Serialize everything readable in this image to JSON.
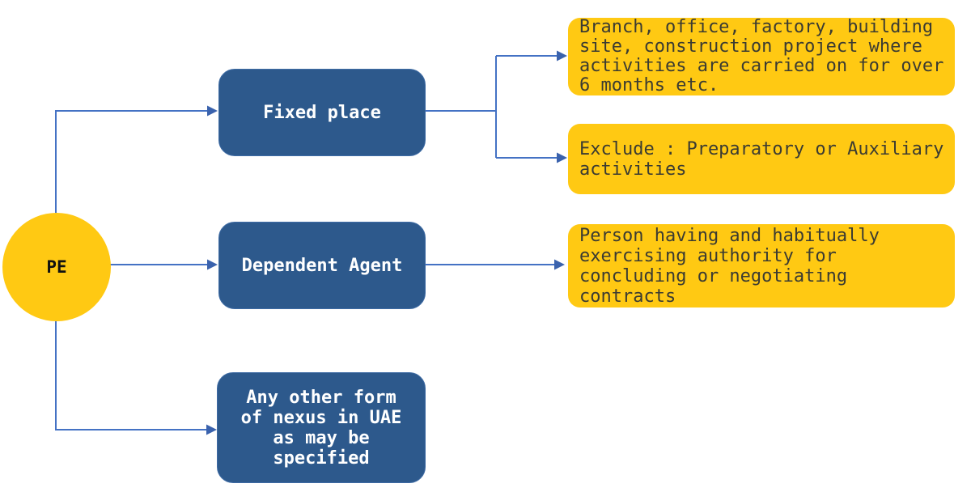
{
  "diagram": {
    "root": {
      "label": "PE"
    },
    "level1": [
      {
        "id": "fixed-place",
        "label": "Fixed place"
      },
      {
        "id": "dependent-agent",
        "label": "Dependent Agent"
      },
      {
        "id": "other-nexus",
        "label": "Any other form\nof nexus in UAE\nas may be\nspecified"
      }
    ],
    "level2": [
      {
        "id": "fixed-place-detail",
        "parent": "fixed-place",
        "label": "Branch, office, factory, building\nsite, construction project where\nactivities are carried on for over\n6 months etc."
      },
      {
        "id": "fixed-place-exclusion",
        "parent": "fixed-place",
        "label": "Exclude : Preparatory or Auxiliary\nactivities"
      },
      {
        "id": "dependent-agent-detail",
        "parent": "dependent-agent",
        "label": "Person having and habitually\nexercising authority for\nconcluding or negotiating\ncontracts"
      }
    ],
    "colors": {
      "node_blue_fill": "#2D598C",
      "node_blue_border": "#3F6CA5",
      "node_yellow_fill": "#FFC913",
      "connector_line": "#4472C4",
      "connector_arrowhead": "#3A62AD",
      "blue_box_text": "#FFFFFF",
      "yellow_box_text": "#3B3B32",
      "root_text": "#111111",
      "background": "#FFFFFF"
    }
  }
}
